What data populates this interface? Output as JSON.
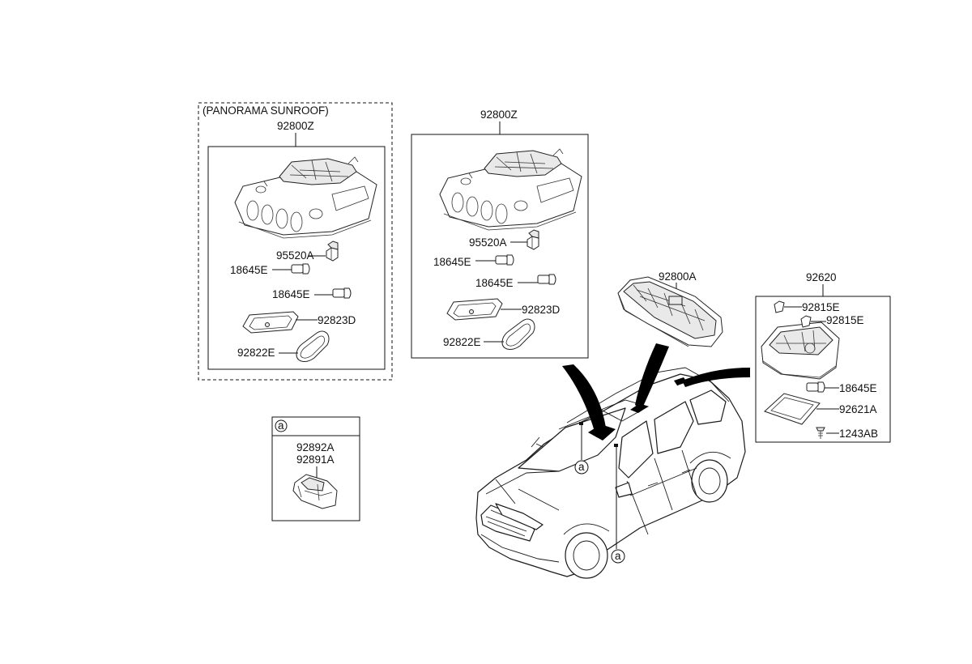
{
  "groups": {
    "panorama": {
      "title": "(PANORAMA SUNROOF)",
      "assembly": "92800Z",
      "labels": {
        "lamp_socket": "95520A",
        "bulb_1": "18645E",
        "bulb_2": "18645E",
        "bezel": "92823D",
        "lens": "92822E"
      }
    },
    "standard": {
      "assembly": "92800Z",
      "labels": {
        "lamp_socket": "95520A",
        "bulb_1": "18645E",
        "bulb_2": "18645E",
        "bezel": "92823D",
        "lens": "92822E"
      }
    },
    "map_lamp": {
      "assembly": "92800A"
    },
    "room_lamp": {
      "assembly": "92620",
      "labels": {
        "clip_1": "92815E",
        "clip_2": "92815E",
        "bulb": "18645E",
        "lens": "92621A",
        "screw": "1243AB"
      }
    },
    "detail_a": {
      "marker": "a",
      "labels": {
        "part_1": "92892A",
        "part_2": "92891A"
      }
    }
  },
  "callouts": {
    "a_left": "a",
    "a_right": "a"
  }
}
